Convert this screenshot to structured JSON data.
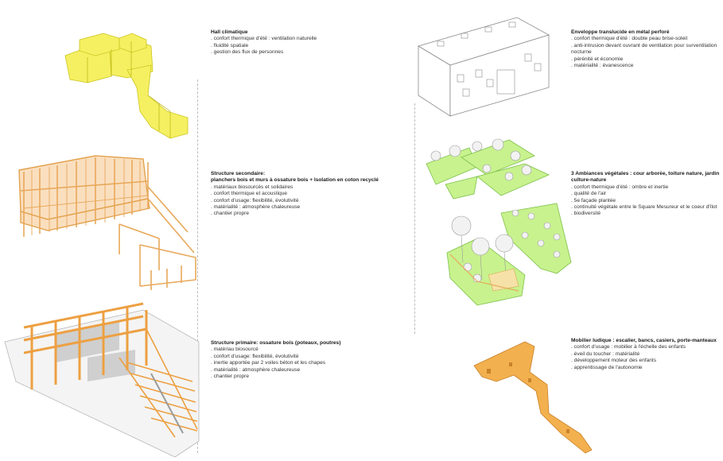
{
  "left_column": [
    {
      "title": "Hall climatique",
      "items": [
        ". confort thermique d'été : ventilation naturelle",
        ". fluidité spatiale",
        ". gestion des flux de personnes"
      ]
    },
    {
      "title": "Structure secondaire:",
      "subtitle": "planchers bois et murs à ossature bois + Isolation en coton recyclé",
      "items": [
        ". matériaux biosourcés et solidaires",
        ". confort thermique et acoustique",
        ". confort d'usage: flexibilité, évolutivité",
        ". matérialité : atmosphère chaleureuse",
        ". chantier propre"
      ]
    },
    {
      "title": "Structure primaire: ossature bois (poteaux, poutres)",
      "items": [
        ". matériau biosourcé",
        ". confort d'usage: flexibilité, évolutivité",
        ". inertie apportée par 2 voiles béton et les chapes",
        ". matérialité : atmosphère chaleureuse",
        ". chantier propre"
      ]
    }
  ],
  "right_column": [
    {
      "title": "Enveloppe translucide en métal perforé",
      "items": [
        ". confort thermique d'été : double peau brise-soleil",
        ". anti-intrusion devant ouvrant de ventilation pour surventilation",
        "  nocturne",
        ". pérénité et économie",
        ". matérialité : évanescence"
      ]
    },
    {
      "title": "3 Ambiances végétales : cour arborée, toiture nature, jardin",
      "subtitle": "culture-nature",
      "items": [
        ". confort thermique d'été : ombre et inertie",
        ". qualité de l'air",
        ". 5e façade plantée",
        ". continuité végétale entre le Square Mesureur et le coeur d'îlot",
        ". biodiversité"
      ]
    },
    {
      "title": "Mobilier ludique : escalier, bancs, casiers, porte-manteaux",
      "items": [
        ". confort d'usage : mobilier à l'échelle des enfants",
        ". éveil du toucher : matérialité",
        ". développement moteur des enfants",
        ". apprentissage de l'autonomie"
      ]
    }
  ],
  "colors": {
    "hall": "#f5f05a",
    "wood": "#f2b35a",
    "wood_dark": "#d88a2c",
    "green": "#c6f08a",
    "green_dark": "#8ccc4a",
    "envelope": "#9a9a9a",
    "furniture": "#f2b04e",
    "concrete": "#c8c8c8"
  }
}
